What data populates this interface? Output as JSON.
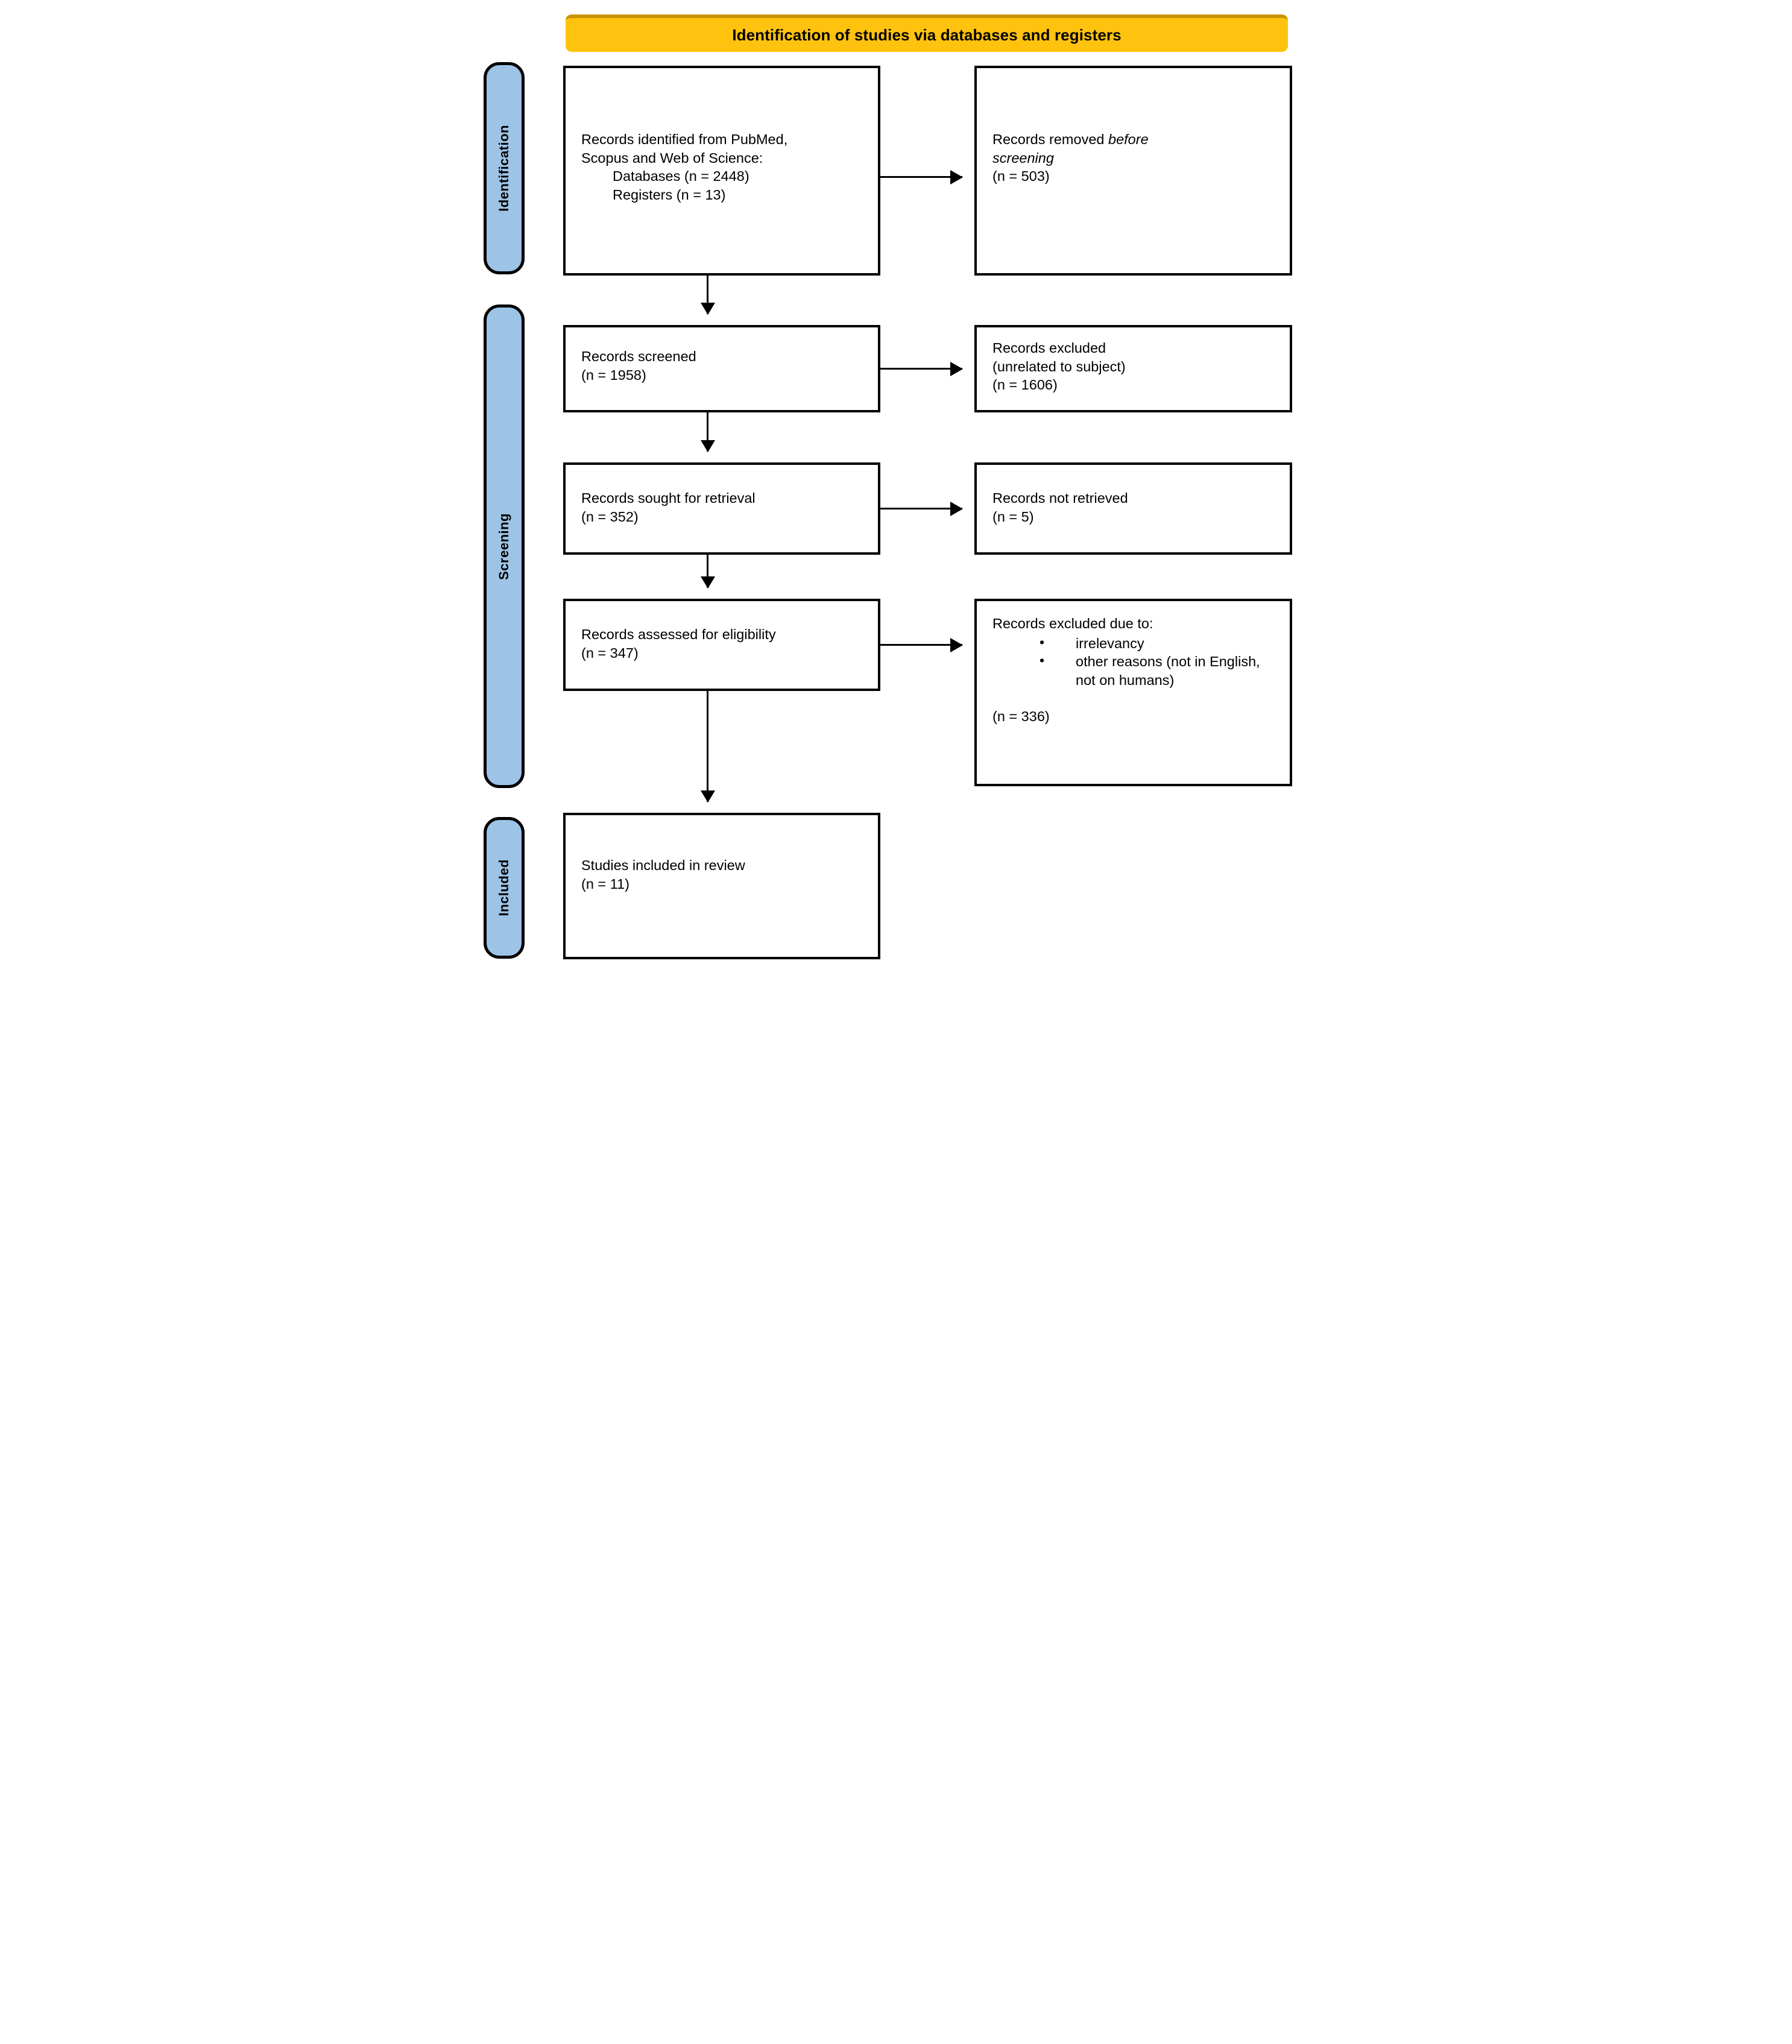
{
  "banner": {
    "title": "Identification of studies via databases and registers"
  },
  "stages": [
    {
      "key": "identification",
      "label": "Identification"
    },
    {
      "key": "screening",
      "label": "Screening"
    },
    {
      "key": "included",
      "label": "Included"
    }
  ],
  "boxes": {
    "identified": {
      "line1": "Records identified from PubMed,",
      "line2": "Scopus and Web of Science:",
      "line3": "Databases (n = 2448)",
      "line4": "Registers (n = 13)"
    },
    "removed": {
      "line1": "Records removed ",
      "line1_italic": "before",
      "line2_italic": "screening",
      "line3": "(n = 503)"
    },
    "screened": {
      "line1": "Records screened",
      "line2": "(n = 1958)"
    },
    "excluded": {
      "line1": "Records excluded",
      "line2": "(unrelated to subject)",
      "line3": "(n = 1606)"
    },
    "sought": {
      "line1": "Records sought for retrieval",
      "line2": "(n = 352)"
    },
    "not_retrieved": {
      "line1": "Records not retrieved",
      "line2": "(n = 5)"
    },
    "assessed": {
      "line1": "Records assessed for eligibility",
      "line2": "(n = 347)"
    },
    "excluded_reasons": {
      "line1": "Records excluded due to:",
      "bullets": [
        "irrelevancy",
        "other reasons (not in English, not on humans)"
      ],
      "line_n": "(n = 336)"
    },
    "included": {
      "line1": "Studies included in review",
      "line2": "(n = 11)"
    }
  },
  "colors": {
    "banner_fill": "#FFC20E",
    "banner_top_border": "#C79500",
    "stage_fill": "#9DC3E6",
    "box_border": "#000000",
    "box_fill": "#FFFFFF",
    "text": "#000000"
  },
  "chart_data": {
    "type": "diagram",
    "title": "Identification of studies via databases and registers",
    "nodes": [
      {
        "id": "identified",
        "stage": "Identification",
        "column": "left",
        "label": "Records identified from PubMed, Scopus and Web of Science: Databases (n = 2448) Registers (n = 13)",
        "counts": {
          "databases": 2448,
          "registers": 13
        }
      },
      {
        "id": "removed",
        "stage": "Identification",
        "column": "right",
        "label": "Records removed before screening",
        "counts": {
          "n": 503
        }
      },
      {
        "id": "screened",
        "stage": "Screening",
        "column": "left",
        "label": "Records screened",
        "counts": {
          "n": 1958
        }
      },
      {
        "id": "excluded",
        "stage": "Screening",
        "column": "right",
        "label": "Records excluded (unrelated to subject)",
        "counts": {
          "n": 1606
        }
      },
      {
        "id": "sought",
        "stage": "Screening",
        "column": "left",
        "label": "Records sought for retrieval",
        "counts": {
          "n": 352
        }
      },
      {
        "id": "not_retrieved",
        "stage": "Screening",
        "column": "right",
        "label": "Records not retrieved",
        "counts": {
          "n": 5
        }
      },
      {
        "id": "assessed",
        "stage": "Screening",
        "column": "left",
        "label": "Records assessed for eligibility",
        "counts": {
          "n": 347
        }
      },
      {
        "id": "excluded_reasons",
        "stage": "Screening",
        "column": "right",
        "label": "Records excluded due to: irrelevancy; other reasons (not in English, not on humans)",
        "counts": {
          "n": 336
        }
      },
      {
        "id": "included",
        "stage": "Included",
        "column": "left",
        "label": "Studies included in review",
        "counts": {
          "n": 11
        }
      }
    ],
    "edges": [
      {
        "from": "identified",
        "to": "removed",
        "direction": "right"
      },
      {
        "from": "identified",
        "to": "screened",
        "direction": "down"
      },
      {
        "from": "screened",
        "to": "excluded",
        "direction": "right"
      },
      {
        "from": "screened",
        "to": "sought",
        "direction": "down"
      },
      {
        "from": "sought",
        "to": "not_retrieved",
        "direction": "right"
      },
      {
        "from": "sought",
        "to": "assessed",
        "direction": "down"
      },
      {
        "from": "assessed",
        "to": "excluded_reasons",
        "direction": "right"
      },
      {
        "from": "assessed",
        "to": "included",
        "direction": "down"
      }
    ]
  }
}
